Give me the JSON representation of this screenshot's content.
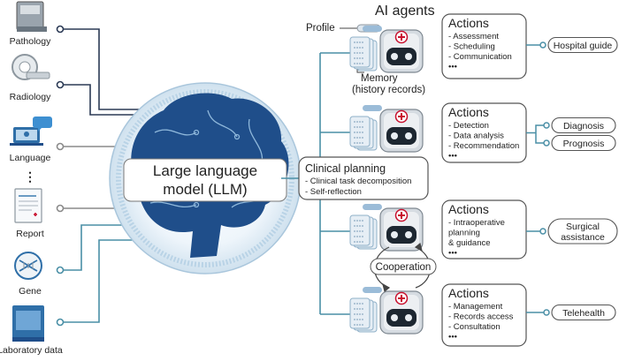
{
  "header": {
    "title": "AI agents"
  },
  "inputs": [
    {
      "label": "Pathology",
      "icon": "microscope-scanner-icon"
    },
    {
      "label": "Radiology",
      "icon": "ct-scanner-icon"
    },
    {
      "label": "Language",
      "icon": "laptop-chat-icon"
    },
    {
      "label": "⋮",
      "icon": "ellipsis"
    },
    {
      "label": "Report",
      "icon": "report-document-icon"
    },
    {
      "label": "Gene",
      "icon": "dna-icon"
    },
    {
      "label": "Laboratory data",
      "icon": "lab-machine-icon"
    }
  ],
  "llm": {
    "line1": "Large language",
    "line2": "model (LLM)"
  },
  "clinical_planning": {
    "title": "Clinical planning",
    "items": [
      "- Clinical task decomposition",
      "- Self-reflection"
    ]
  },
  "agent_annotations": {
    "profile": "Profile",
    "memory": "Memory",
    "memory_sub": "(history records)"
  },
  "cooperation": "Cooperation",
  "action_title": "Actions",
  "actions": [
    {
      "items": [
        "- Assessment",
        "- Scheduling",
        "- Communication",
        "•••"
      ],
      "outputs": [
        "Hospital guide"
      ]
    },
    {
      "items": [
        "- Detection",
        "- Data analysis",
        "- Recommendation",
        "•••"
      ],
      "outputs": [
        "Diagnosis",
        "Prognosis"
      ]
    },
    {
      "items": [
        "- Intraoperative",
        "  planning",
        "  & guidance",
        "•••"
      ],
      "outputs": [
        "Surgical\nassistance"
      ]
    },
    {
      "items": [
        "- Management",
        "- Records access",
        "- Consultation",
        "•••"
      ],
      "outputs": [
        "Telehealth"
      ]
    }
  ],
  "colors": {
    "dark_line": "#2b3a55",
    "teal_line": "#4a8fa6",
    "gray_line": "#8a8a8a",
    "brain": "#1f4e8a",
    "accent": "#c8102e"
  }
}
